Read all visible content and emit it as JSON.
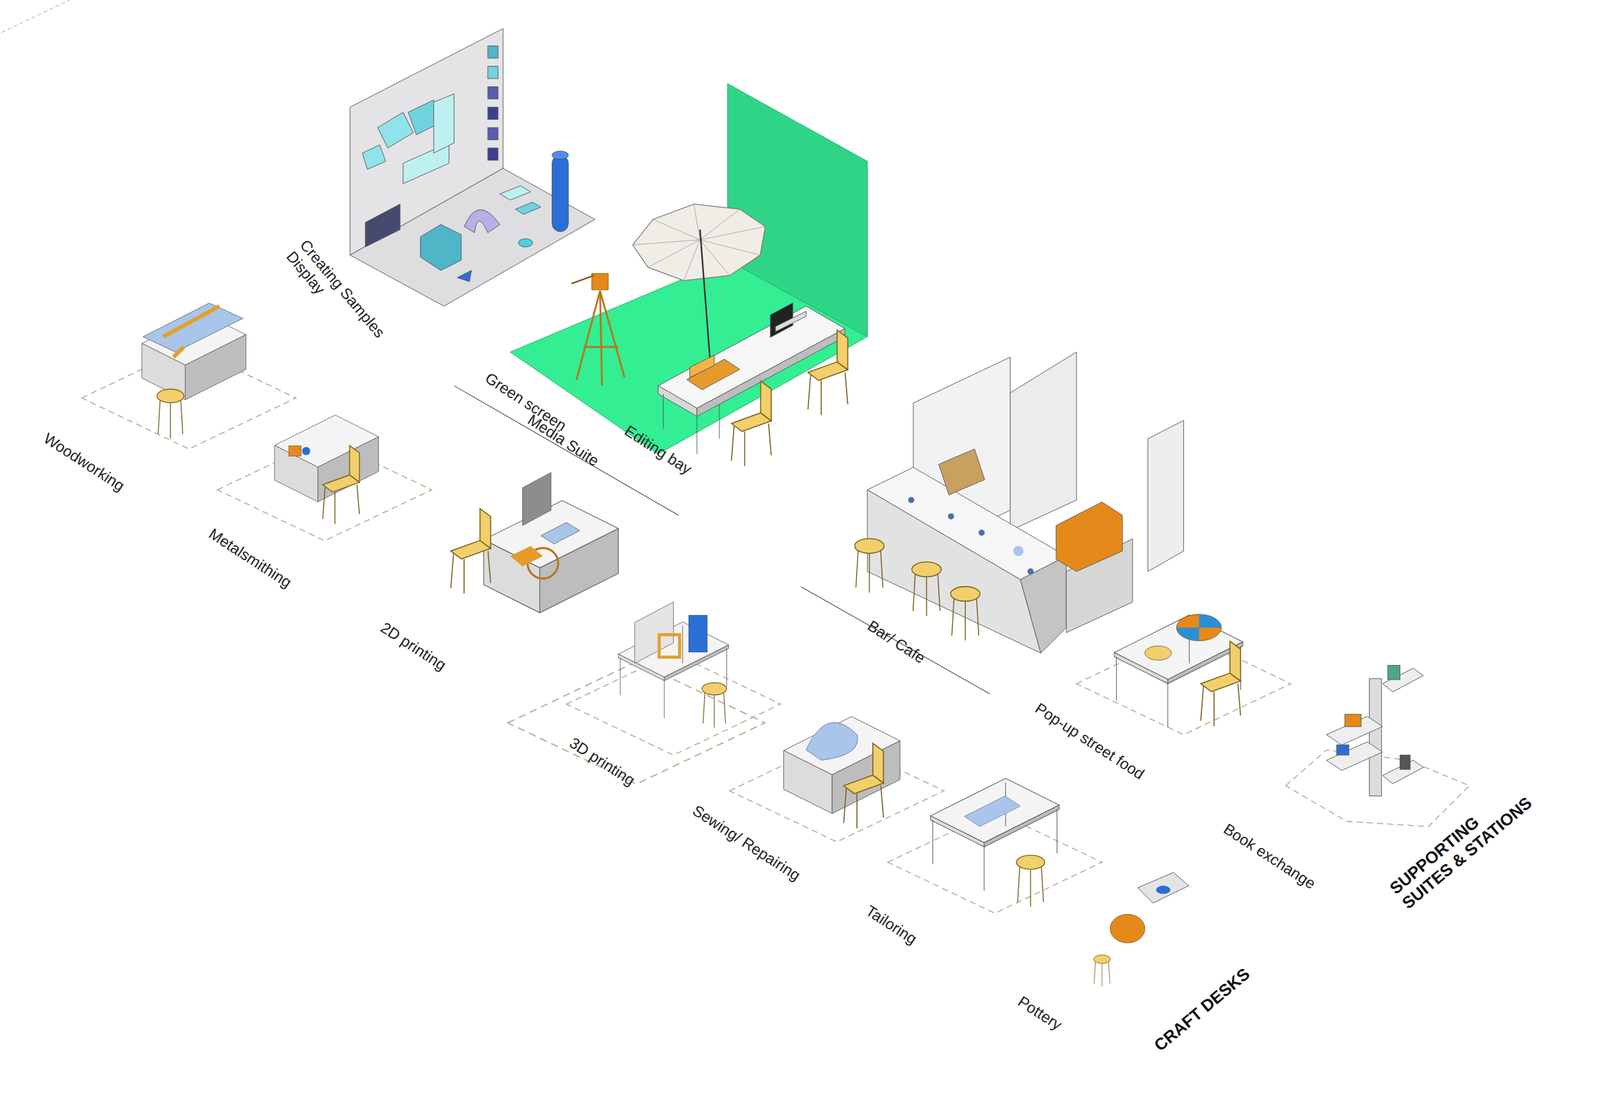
{
  "diagram": {
    "labels": [
      "Creating Samples Display",
      "Green screen",
      "Media Suite",
      "Editing bay",
      "Woodworking",
      "Metalsmithing",
      "2D printing",
      "3D printing",
      "Sewing/ Repairing",
      "Tailoring",
      "Pottery",
      "CRAFT DESKS",
      "Bar/ Cafe",
      "Pop-up street food",
      "Book exchange",
      "SUPPORTING SUITES & STATIONS"
    ]
  }
}
